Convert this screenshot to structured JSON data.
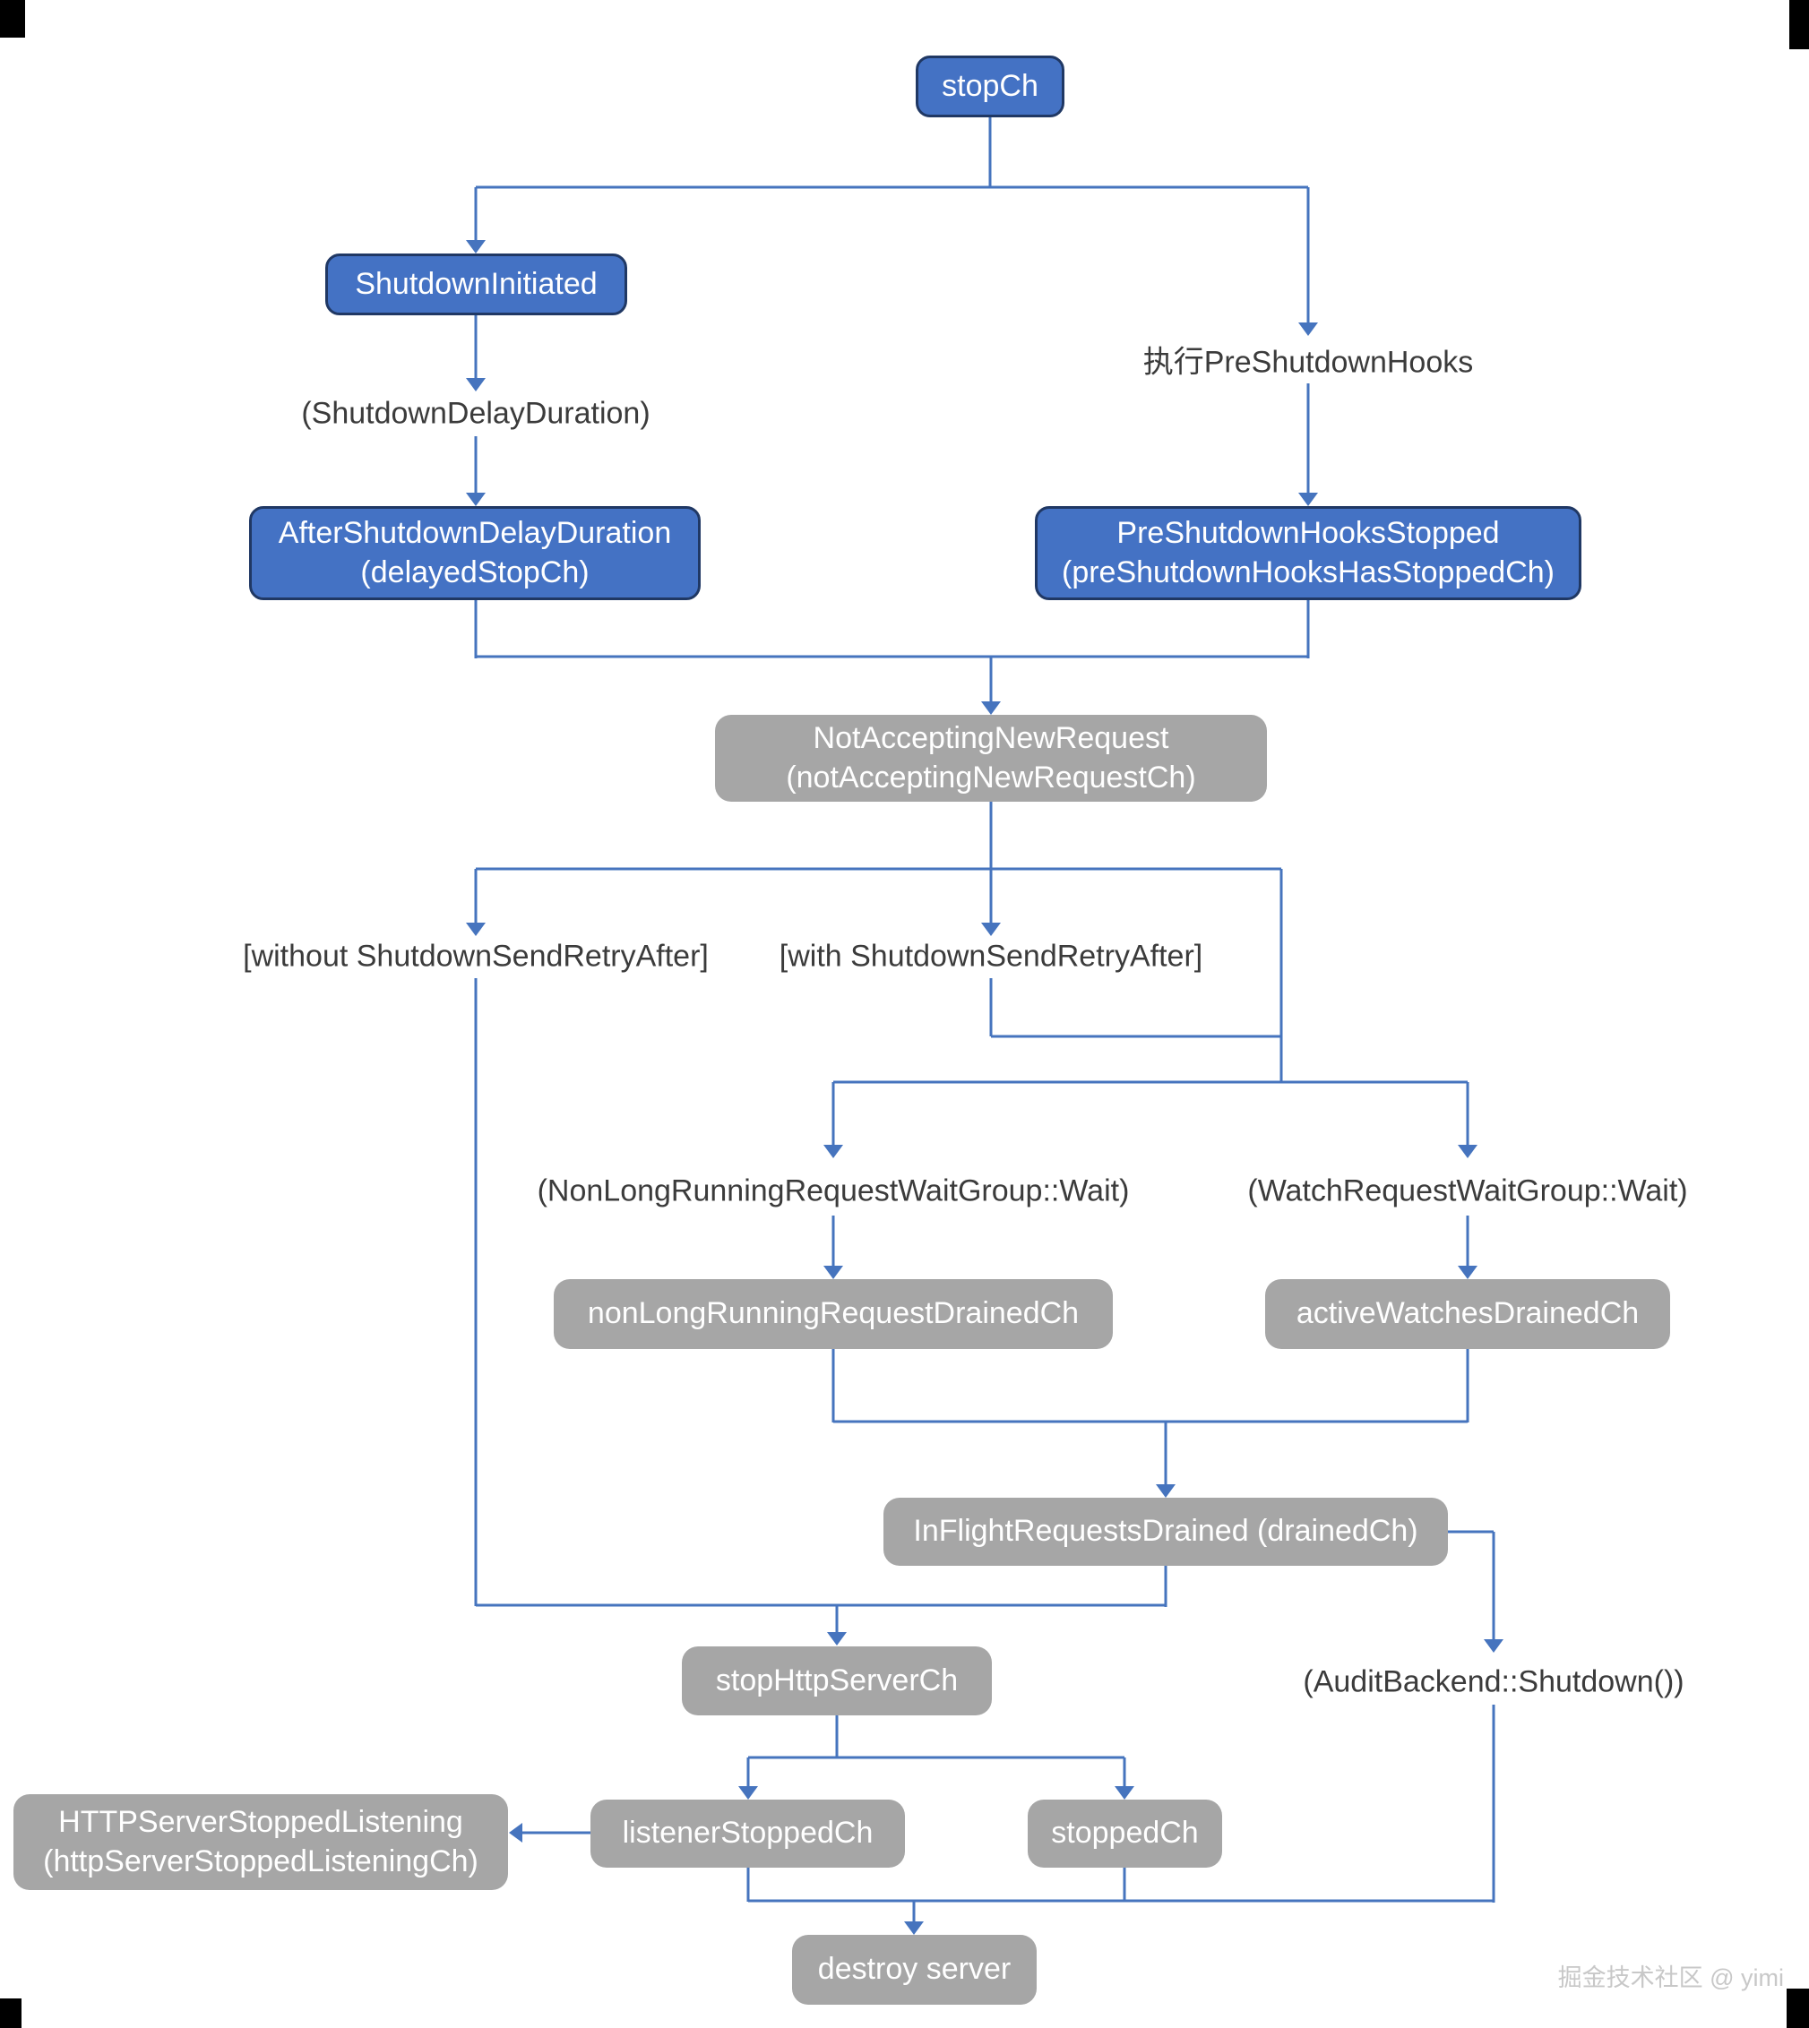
{
  "colors": {
    "blue_node_fill": "#4472C4",
    "blue_node_border": "#203864",
    "gray_node_fill": "#A6A6A6",
    "connector": "#4674BE",
    "label_text": "#3B3B3B",
    "node_text": "#FFFFFF",
    "watermark_text": "#C8C8C8"
  },
  "nodes": {
    "stop_ch": "stopCh",
    "shutdown_initiated": "ShutdownInitiated",
    "after_shutdown_delay_duration": {
      "line1": "AfterShutdownDelayDuration",
      "line2": "(delayedStopCh)"
    },
    "pre_shutdown_hooks_stopped": {
      "line1": "PreShutdownHooksStopped",
      "line2": "(preShutdownHooksHasStoppedCh)"
    },
    "not_accepting_new_request": {
      "line1": "NotAcceptingNewRequest",
      "line2": "(notAcceptingNewRequestCh)"
    },
    "non_long_running_request_drained_ch": "nonLongRunningRequestDrainedCh",
    "active_watches_drained_ch": "activeWatchesDrainedCh",
    "in_flight_requests_drained": "InFlightRequestsDrained (drainedCh)",
    "stop_http_server_ch": "stopHttpServerCh",
    "http_server_stopped_listening": {
      "line1": "HTTPServerStoppedListening",
      "line2": "(httpServerStoppedListeningCh)"
    },
    "listener_stopped_ch": "listenerStoppedCh",
    "stopped_ch": "stoppedCh",
    "destroy_server": "destroy server"
  },
  "labels": {
    "exec_pre_shutdown_hooks": "执行PreShutdownHooks",
    "shutdown_delay_duration": "(ShutdownDelayDuration)",
    "without_retry_after": "[without ShutdownSendRetryAfter]",
    "with_retry_after": "[with ShutdownSendRetryAfter]",
    "non_long_running_wait": "(NonLongRunningRequestWaitGroup::Wait)",
    "watch_wait": "(WatchRequestWaitGroup::Wait)",
    "audit_backend_shutdown": "(AuditBackend::Shutdown())"
  },
  "watermark": "掘金技术社区 @ yimi"
}
